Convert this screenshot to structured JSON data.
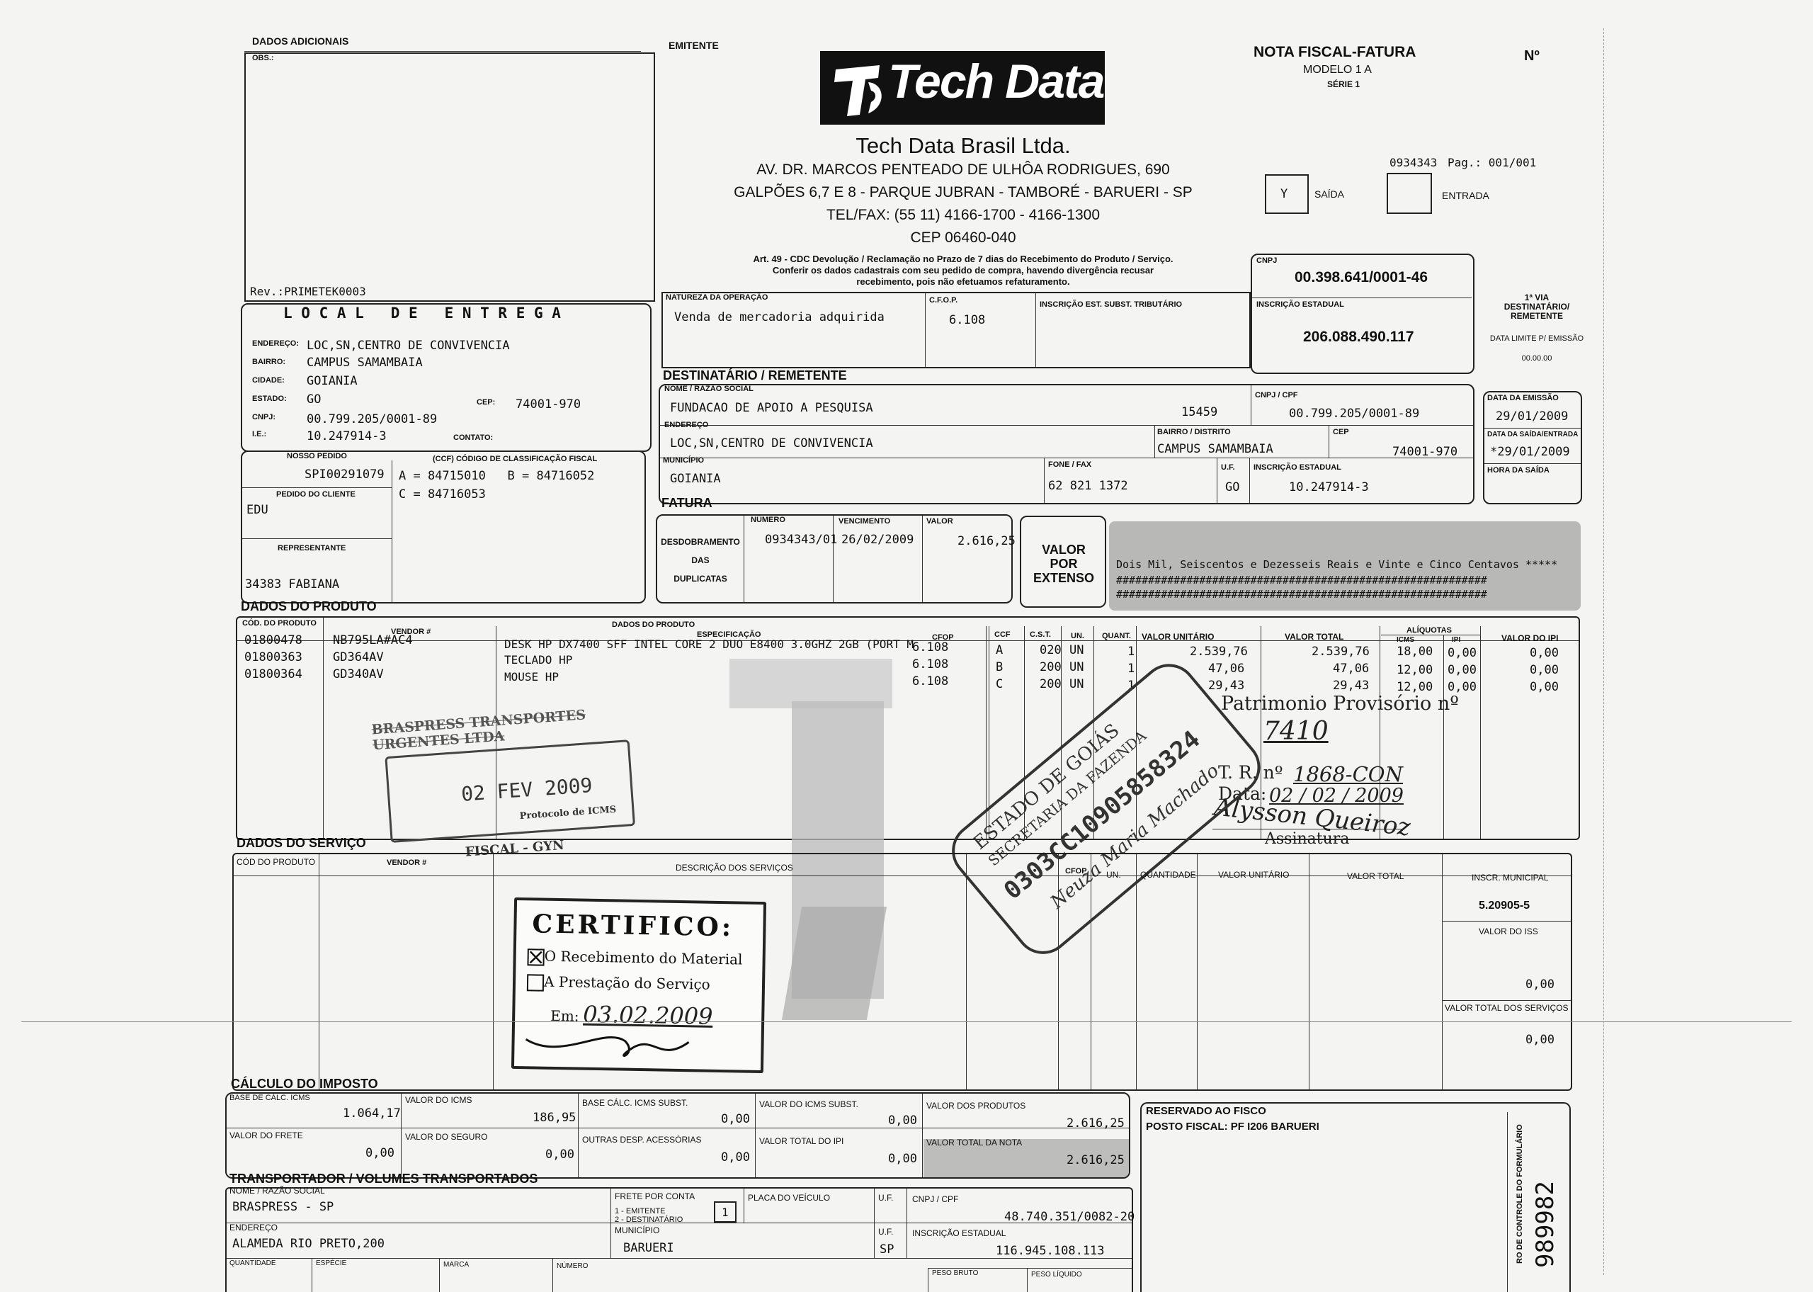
{
  "dados_adicionais": {
    "title": "DADOS ADICIONAIS",
    "obs_label": "OBS.:",
    "rev": "Rev.:PRIMETEK0003"
  },
  "emitente": {
    "label": "EMITENTE",
    "logo_text": "Tech Data",
    "name": "Tech Data Brasil Ltda.",
    "addr1": "AV. DR. MARCOS PENTEADO DE ULHÔA RODRIGUES, 690",
    "addr2": "GALPÕES 6,7 E 8 - PARQUE JUBRAN - TAMBORÉ - BARUERI - SP",
    "tel": "TEL/FAX: (55 11) 4166-1700 - 4166-1300",
    "cep": "CEP 06460-040",
    "notice1": "Art. 49 - CDC Devolução / Reclamação no Prazo de 7 dias do Recebimento do Produto / Serviço.",
    "notice2": "Conferir os dados cadastrais com seu pedido de compra, havendo divergência recusar",
    "notice3": "recebimento, pois não efetuamos refaturamento."
  },
  "nota": {
    "title": "NOTA FISCAL-FATURA",
    "modelo": "MODELO 1 A",
    "serie": "SÉRIE 1",
    "numero_label": "Nº",
    "ref": "0934343",
    "pag": "Pag.: 001/001",
    "saida_mark": "Y",
    "saida_label": "SAÍDA",
    "entrada_label": "ENTRADA",
    "cnpj_label": "CNPJ",
    "cnpj": "00.398.641/0001-46",
    "ie_label": "INSCRIÇÃO ESTADUAL",
    "ie": "206.088.490.117",
    "via1": "1ª VIA",
    "via2": "DESTINATÁRIO/",
    "via3": "REMETENTE",
    "data_limite_label": "DATA LIMITE P/ EMISSÃO",
    "data_limite": "00.00.00"
  },
  "local_entrega": {
    "title": "L O C A L   D E   E N T R E G A",
    "endereco_label": "ENDEREÇO:",
    "endereco": "LOC,SN,CENTRO DE CONVIVENCIA",
    "bairro_label": "BAIRRO:",
    "bairro": "CAMPUS SAMAMBAIA",
    "cidade_label": "CIDADE:",
    "cidade": "GOIANIA",
    "estado_label": "ESTADO:",
    "estado": "GO",
    "cep_label": "CEP:",
    "cep": "74001-970",
    "cnpj_label": "CNPJ:",
    "cnpj": "00.799.205/0001-89",
    "ie_label": "I.E.:",
    "ie": "10.247914-3",
    "contato_label": "CONTATO:"
  },
  "pedido": {
    "nosso_label": "NOSSO PEDIDO",
    "nosso": "SPI00291079",
    "ccf_label": "(CCF) CÓDIGO DE CLASSIFICAÇÃO FISCAL",
    "ccf1": "A = 84715010   B = 84716052",
    "ccf2": "C = 84716053",
    "cliente_label": "PEDIDO DO CLIENTE",
    "cliente": "EDU",
    "rep_label": "REPRESENTANTE",
    "rep": "34383  FABIANA"
  },
  "natureza": {
    "label": "NATUREZA DA OPERAÇÃO",
    "value": "Venda de mercadoria adquirida",
    "cfop_label": "C.F.O.P.",
    "cfop": "6.108",
    "ie_subst_label": "INSCRIÇÃO EST. SUBST. TRIBUTÁRIO"
  },
  "destinatario": {
    "title": "DESTINATÁRIO / REMETENTE",
    "nome_label": "NOME / RAZÃO SOCIAL",
    "nome": "FUNDACAO DE APOIO A PESQUISA",
    "codigo": "15459",
    "cnpj_label": "CNPJ / CPF",
    "cnpj": "00.799.205/0001-89",
    "endereco_label": "ENDEREÇO",
    "endereco": "LOC,SN,CENTRO DE CONVIVENCIA",
    "bairro_label": "BAIRRO / DISTRITO",
    "bairro": "CAMPUS SAMAMBAIA",
    "cep_label": "CEP",
    "cep": "74001-970",
    "municipio_label": "MUNICÍPIO",
    "municipio": "GOIANIA",
    "fone_label": "FONE / FAX",
    "fone": "62 821 1372",
    "uf_label": "U.F.",
    "uf": "GO",
    "ie_label": "INSCRIÇÃO ESTADUAL",
    "ie": "10.247914-3",
    "emissao_label": "DATA DA EMISSÃO",
    "emissao": "29/01/2009",
    "saida_label": "DATA DA SAÍDA/ENTRADA",
    "saida": "*29/01/2009",
    "hora_label": "HORA DA SAÍDA"
  },
  "fatura": {
    "title": "FATURA",
    "desdobramento": [
      "DESDOBRAMENTO",
      "DAS",
      "DUPLICATAS"
    ],
    "numero_label": "NÚMERO",
    "numero": "0934343/01",
    "vencimento_label": "VENCIMENTO",
    "vencimento": "26/02/2009",
    "valor_label": "VALOR",
    "valor": "2.616,25",
    "extenso_label": [
      "VALOR",
      "POR",
      "EXTENSO"
    ],
    "extenso": "Dois Mil, Seiscentos e Dezesseis Reais e Vinte e Cinco Centavos *****",
    "fill": "##########################################################"
  },
  "produtos": {
    "title": "DADOS DO PRODUTO",
    "headers": {
      "cod": "CÓD. DO PRODUTO",
      "vendor": "VENDOR #",
      "dados": "DADOS DO PRODUTO",
      "espec": "ESPECIFICAÇÃO",
      "cfop": "CFOP",
      "ccf": "CCF",
      "cst": "C.S.T.",
      "un": "UN.",
      "quant": "QUANT.",
      "unit": "VALOR UNITÁRIO",
      "total": "VALOR TOTAL",
      "aliq": "ALÍQUOTAS",
      "icms": "ICMS",
      "ipi": "IPI",
      "vipi": "VALOR DO IPI"
    },
    "rows": [
      {
        "cod": "01800478",
        "vendor": "NB795LA#AC4",
        "desc": "DESK HP DX7400 SFF INTEL CORE 2 DUO E8400 3.0GHZ 2GB (PORT M",
        "cfop": "6.108",
        "ccf": "A",
        "cst": "020",
        "un": "UN",
        "quant": "1",
        "unit": "2.539,76",
        "total": "2.539,76",
        "icms": "18,00",
        "ipi": "0,00",
        "vipi": "0,00"
      },
      {
        "cod": "01800363",
        "vendor": "GD364AV",
        "desc": "TECLADO HP",
        "cfop": "6.108",
        "ccf": "B",
        "cst": "200",
        "un": "UN",
        "quant": "1",
        "unit": "47,06",
        "total": "47,06",
        "icms": "12,00",
        "ipi": "0,00",
        "vipi": "0,00"
      },
      {
        "cod": "01800364",
        "vendor": "GD340AV",
        "desc": "MOUSE HP",
        "cfop": "6.108",
        "ccf": "C",
        "cst": "200",
        "un": "UN",
        "quant": "1",
        "unit": "29,43",
        "total": "29,43",
        "icms": "12,00",
        "ipi": "0,00",
        "vipi": "0,00"
      }
    ]
  },
  "patrimonio": {
    "title": "Patrimonio Provisório nº",
    "numero": "7410",
    "tr_label": "T. R. nº",
    "tr": "1868-CON",
    "data_label": "Data:",
    "data": "02 / 02 / 2009",
    "assinatura_label": "Assinatura",
    "signature": "Alysson Queiroz"
  },
  "stamps": {
    "receb_line1": "BRASPRESS TRANSPORTES URGENTES LTDA",
    "receb_date": "02 FEV 2009",
    "receb_line2": "Protocolo de ICMS",
    "receb_line3": "FISCAL - GYN",
    "estado1": "ESTADO DE GOIÁS",
    "estado2": "SECRETARIA DA FAZENDA",
    "estado3": "0303CC10905858324",
    "estado_sig": "Neuza Maria Machado",
    "cert_title": "CERTIFICO:",
    "cert_opt1": "O Recebimento do Material",
    "cert_opt2": "A Prestação do Serviço",
    "cert_em": "Em:",
    "cert_date": "03.02.2009"
  },
  "servico": {
    "title": "DADOS DO SERVIÇO",
    "cod": "CÓD DO PRODUTO",
    "vendor": "VENDOR #",
    "desc": "DESCRIÇÃO DOS SERVIÇOS",
    "cfop": "CFOP",
    "un": "UN.",
    "quant": "QUANTIDADE",
    "unit": "VALOR UNITÁRIO",
    "total": "VALOR TOTAL",
    "inscr_label": "INSCR. MUNICIPAL",
    "inscr": "5.20905-5",
    "iss_label": "VALOR DO ISS",
    "iss": "0,00",
    "total_label": "VALOR TOTAL DOS SERVIÇOS",
    "total_value": "0,00"
  },
  "imposto": {
    "title": "CÁLCULO DO IMPOSTO",
    "base_icms_label": "BASE DE CÁLC. ICMS",
    "base_icms": "1.064,17",
    "icms_label": "VALOR DO ICMS",
    "icms": "186,95",
    "base_subst_label": "BASE CÁLC. ICMS SUBST.",
    "base_subst": "0,00",
    "icms_subst_label": "VALOR DO ICMS SUBST.",
    "icms_subst": "0,00",
    "produtos_label": "VALOR DOS PRODUTOS",
    "produtos": "2.616,25",
    "frete_label": "VALOR DO FRETE",
    "frete": "0,00",
    "seguro_label": "VALOR DO SEGURO",
    "seguro": "0,00",
    "outras_label": "OUTRAS DESP. ACESSÓRIAS",
    "outras": "0,00",
    "ipi_label": "VALOR TOTAL DO IPI",
    "ipi": "0,00",
    "nota_label": "VALOR TOTAL DA NOTA",
    "nota": "2.616,25"
  },
  "fisco": {
    "title": "RESERVADO AO FISCO",
    "posto": "POSTO FISCAL: PF I206 BARUERI",
    "controle_label": "RO DE CONTROLE DO FORMULÁRIO",
    "controle": "989982"
  },
  "transportador": {
    "title": "TRANSPORTADOR / VOLUMES TRANSPORTADOS",
    "nome_label": "NOME / RAZÃO SOCIAL",
    "nome": "BRASPRESS - SP",
    "frete_label": "FRETE POR CONTA",
    "frete_opt1": "1 - EMITENTE",
    "frete_opt2": "2 - DESTINATÁRIO",
    "frete": "1",
    "placa_label": "PLACA DO VEÍCULO",
    "uf_label": "U.F.",
    "cnpj_label": "CNPJ / CPF",
    "cnpj": "48.740.351/0082-20",
    "endereco_label": "ENDEREÇO",
    "endereco": "ALAMEDA RIO PRETO,200",
    "municipio_label": "MUNICÍPIO",
    "municipio": "BARUERI",
    "uf2": "SP",
    "ie_label": "INSCRIÇÃO ESTADUAL",
    "ie": "116.945.108.113",
    "quantidade_label": "QUANTIDADE",
    "especie_label": "ESPÉCIE",
    "marca_label": "MARCA",
    "numero_label": "NÚMERO",
    "peso_bruto_label": "PESO BRUTO",
    "peso_liquido_label": "PESO LÍQUIDO"
  }
}
